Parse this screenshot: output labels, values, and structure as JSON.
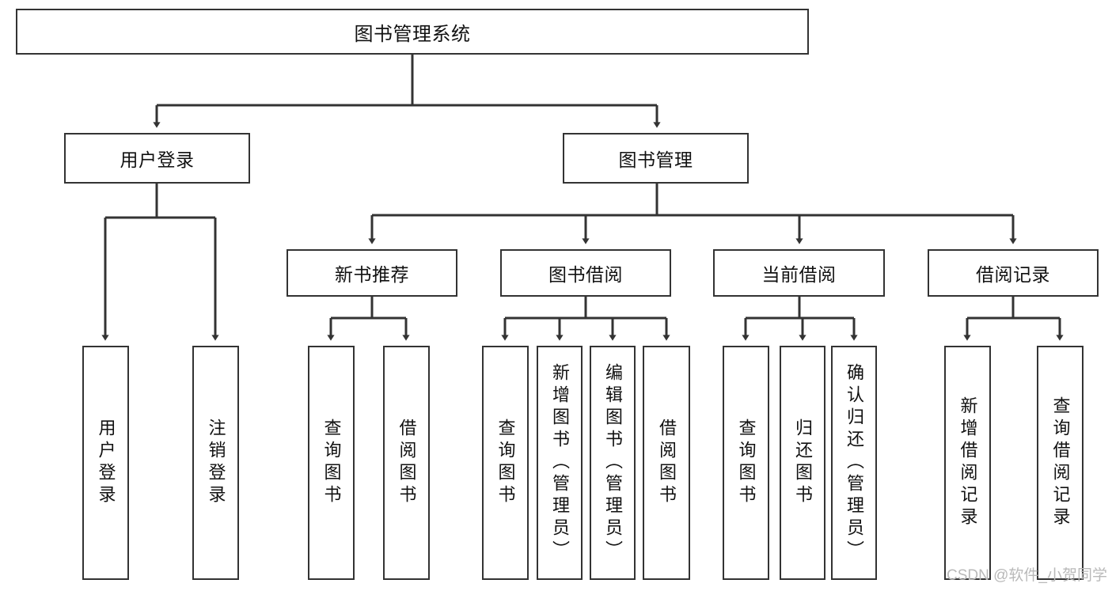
{
  "diagram": {
    "title": "图书管理系统",
    "watermark": "CSDN @软件_小贺同学",
    "line_color": "#333333",
    "box_border_color": "#333333",
    "box_fill_color": "#ffffff",
    "background_color": "#ffffff",
    "root": {
      "label": "图书管理系统"
    },
    "level2": [
      {
        "label": "用户登录"
      },
      {
        "label": "图书管理"
      }
    ],
    "level3": [
      {
        "label": "新书推荐"
      },
      {
        "label": "图书借阅"
      },
      {
        "label": "当前借阅"
      },
      {
        "label": "借阅记录"
      }
    ],
    "leaves": {
      "user_login": [
        {
          "label": "用户登录"
        },
        {
          "label": "注销登录"
        }
      ],
      "new_book_recommend": [
        {
          "label": "查询图书"
        },
        {
          "label": "借阅图书"
        }
      ],
      "book_borrow": [
        {
          "label": "查询图书"
        },
        {
          "label": "新增图书（管理员）"
        },
        {
          "label": "编辑图书（管理员）"
        },
        {
          "label": "借阅图书"
        }
      ],
      "current_borrow": [
        {
          "label": "查询图书"
        },
        {
          "label": "归还图书"
        },
        {
          "label": "确认归还（管理员）"
        }
      ],
      "borrow_record": [
        {
          "label": "新增借阅记录"
        },
        {
          "label": "查询借阅记录"
        }
      ]
    }
  }
}
